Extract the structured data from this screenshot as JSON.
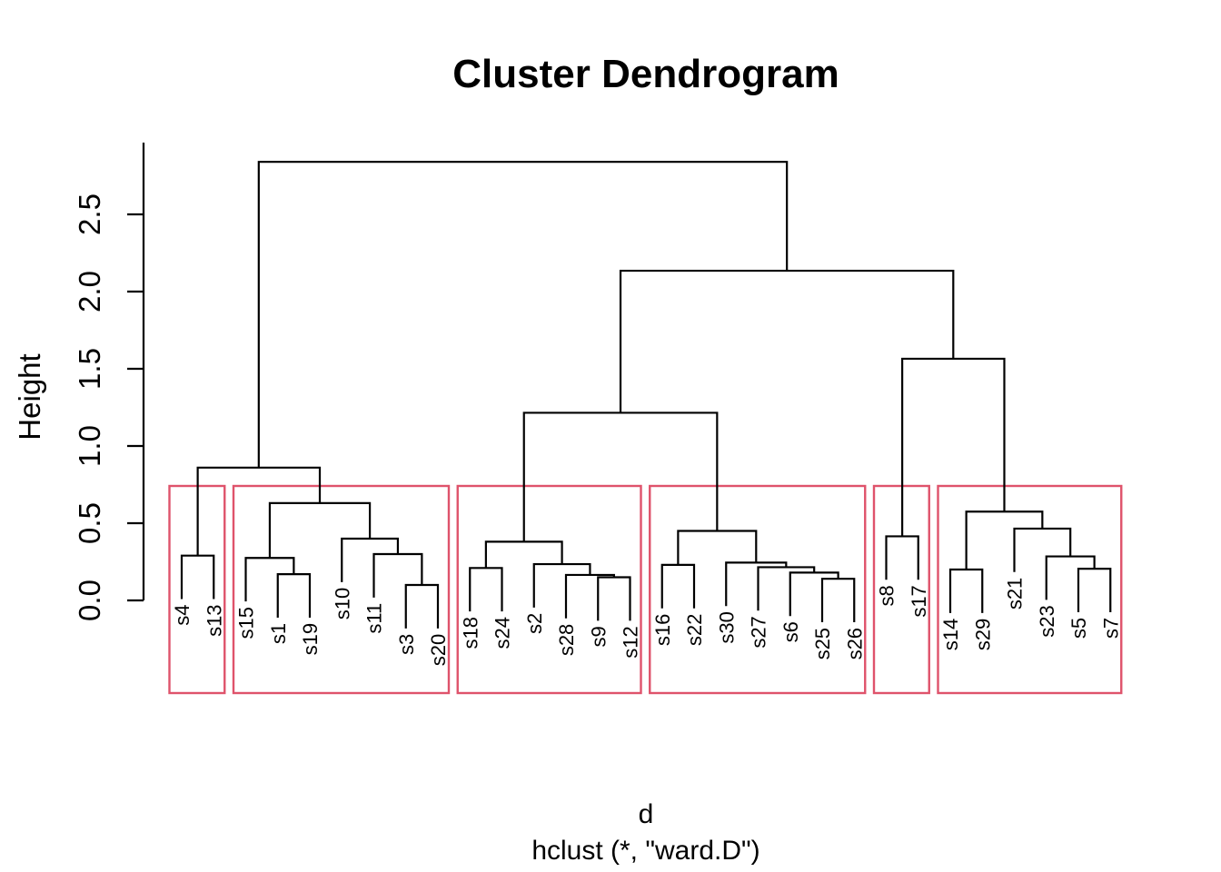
{
  "title": "Cluster Dendrogram",
  "y_axis": {
    "label": "Height",
    "tick_labels": [
      "0.0",
      "0.5",
      "1.0",
      "1.5",
      "2.0",
      "2.5"
    ]
  },
  "x_axis": {
    "label_line1": "d",
    "label_line2": "hclust (*, \"ward.D\")"
  },
  "colors": {
    "tree_line": "#000000",
    "cluster_box_border": "#DF536B",
    "background": "#ffffff",
    "text": "#000000"
  },
  "chart_data": {
    "type": "dendrogram",
    "title": "Cluster Dendrogram",
    "ylabel": "Height",
    "xlabel": "d",
    "subtitle": "hclust (*, \"ward.D\")",
    "ylim": [
      0,
      2.95
    ],
    "yticks": [
      0,
      0.5,
      1.0,
      1.5,
      2.0,
      2.5
    ],
    "n_leaves": 30,
    "leaf_order": [
      "s4",
      "s13",
      "s15",
      "s1",
      "s19",
      "s10",
      "s11",
      "s3",
      "s20",
      "s18",
      "s24",
      "s2",
      "s28",
      "s9",
      "s12",
      "s16",
      "s22",
      "s30",
      "s27",
      "s6",
      "s25",
      "s26",
      "s8",
      "s17",
      "s14",
      "s29",
      "s21",
      "s23",
      "s5",
      "s7"
    ],
    "hang": 0.275,
    "tree": {
      "h": 2.84,
      "c": [
        {
          "h": 0.86,
          "c": [
            {
              "h": 0.29,
              "c": [
                {
                  "leaf": "s4"
                },
                {
                  "leaf": "s13"
                }
              ]
            },
            {
              "h": 0.63,
              "c": [
                {
                  "h": 0.275,
                  "c": [
                    {
                      "leaf": "s15"
                    },
                    {
                      "h": 0.17,
                      "c": [
                        {
                          "leaf": "s1"
                        },
                        {
                          "leaf": "s19"
                        }
                      ]
                    }
                  ]
                },
                {
                  "h": 0.4,
                  "c": [
                    {
                      "leaf": "s10"
                    },
                    {
                      "h": 0.3,
                      "c": [
                        {
                          "leaf": "s11"
                        },
                        {
                          "h": 0.1,
                          "c": [
                            {
                              "leaf": "s3"
                            },
                            {
                              "leaf": "s20"
                            }
                          ]
                        }
                      ]
                    }
                  ]
                }
              ]
            }
          ]
        },
        {
          "h": 2.135,
          "c": [
            {
              "h": 1.215,
              "c": [
                {
                  "h": 0.38,
                  "c": [
                    {
                      "h": 0.21,
                      "c": [
                        {
                          "leaf": "s18"
                        },
                        {
                          "leaf": "s24"
                        }
                      ]
                    },
                    {
                      "h": 0.235,
                      "c": [
                        {
                          "leaf": "s2"
                        },
                        {
                          "h": 0.165,
                          "c": [
                            {
                              "leaf": "s28"
                            },
                            {
                              "h": 0.15,
                              "c": [
                                {
                                  "leaf": "s9"
                                },
                                {
                                  "leaf": "s12"
                                }
                              ]
                            }
                          ]
                        }
                      ]
                    }
                  ]
                },
                {
                  "h": 0.45,
                  "c": [
                    {
                      "h": 0.23,
                      "c": [
                        {
                          "leaf": "s16"
                        },
                        {
                          "leaf": "s22"
                        }
                      ]
                    },
                    {
                      "h": 0.245,
                      "c": [
                        {
                          "leaf": "s30"
                        },
                        {
                          "h": 0.215,
                          "c": [
                            {
                              "leaf": "s27"
                            },
                            {
                              "h": 0.18,
                              "c": [
                                {
                                  "leaf": "s6"
                                },
                                {
                                  "h": 0.14,
                                  "c": [
                                    {
                                      "leaf": "s25"
                                    },
                                    {
                                      "leaf": "s26"
                                    }
                                  ]
                                }
                              ]
                            }
                          ]
                        }
                      ]
                    }
                  ]
                }
              ]
            },
            {
              "h": 1.565,
              "c": [
                {
                  "h": 0.415,
                  "c": [
                    {
                      "leaf": "s8"
                    },
                    {
                      "leaf": "s17"
                    }
                  ]
                },
                {
                  "h": 0.575,
                  "c": [
                    {
                      "h": 0.2,
                      "c": [
                        {
                          "leaf": "s14"
                        },
                        {
                          "leaf": "s29"
                        }
                      ]
                    },
                    {
                      "h": 0.465,
                      "c": [
                        {
                          "leaf": "s21"
                        },
                        {
                          "h": 0.285,
                          "c": [
                            {
                              "leaf": "s23"
                            },
                            {
                              "h": 0.205,
                              "c": [
                                {
                                  "leaf": "s5"
                                },
                                {
                                  "leaf": "s7"
                                }
                              ]
                            }
                          ]
                        }
                      ]
                    }
                  ]
                }
              ]
            }
          ]
        }
      ]
    },
    "clusters_k": 6,
    "cluster_leaf_ranges": [
      {
        "from": 0,
        "to": 1
      },
      {
        "from": 2,
        "to": 8
      },
      {
        "from": 9,
        "to": 14
      },
      {
        "from": 15,
        "to": 21
      },
      {
        "from": 22,
        "to": 23
      },
      {
        "from": 24,
        "to": 29
      }
    ],
    "legend": "none",
    "grid": false
  }
}
